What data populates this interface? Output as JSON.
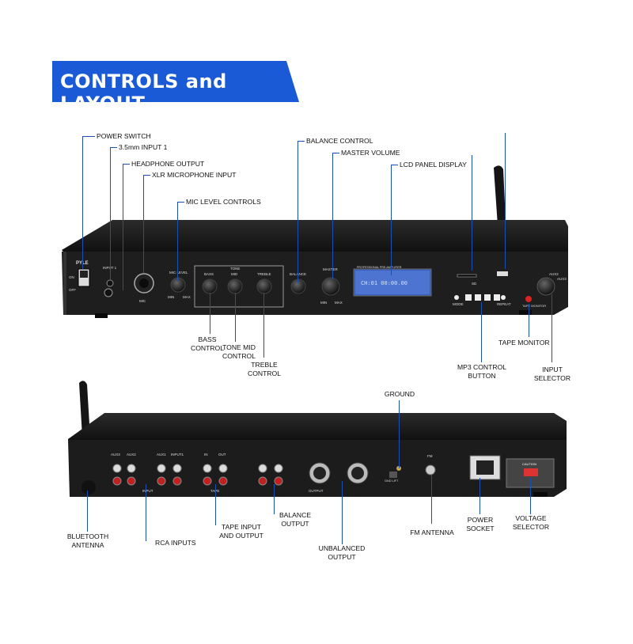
{
  "banner": {
    "title": "CONTROLS and LAYOUT"
  },
  "colors": {
    "banner_blue": "#1a5ad6",
    "pointer_blue": "#1d4fb2",
    "chassis": "#1a1a1a"
  },
  "front_labels": {
    "power_switch": "POWER SWITCH",
    "input_35": "3.5mm INPUT 1",
    "headphone": "HEADPHONE OUTPUT",
    "xlr_mic": "XLR MICROPHONE INPUT",
    "mic_level": "MIC LEVEL CONTROLS",
    "balance": "BALANCE CONTROL",
    "master": "MASTER VOLUME",
    "lcd": "LCD PANEL DISPLAY",
    "bass": [
      "BASS",
      "CONTROL"
    ],
    "tone_mid": [
      "TONE MID",
      "CONTROL"
    ],
    "treble": [
      "TREBLE",
      "CONTROL"
    ],
    "tape_monitor": "TAPE MONITOR",
    "mp3": [
      "MP3 CONTROL",
      "BUTTON"
    ],
    "input_selector": [
      "INPUT",
      "SELECTOR"
    ]
  },
  "rear_labels": {
    "ground": "GROUND",
    "bluetooth": [
      "BLUETOOTH",
      "ANTENNA"
    ],
    "rca_inputs": "RCA INPUTS",
    "tape_io": [
      "TAPE INPUT",
      "AND OUTPUT"
    ],
    "balance_out": [
      "BALANCE",
      "OUTPUT"
    ],
    "unbalanced_out": [
      "UNBALANCED",
      "OUTPUT"
    ],
    "fm_antenna": "FM ANTENNA",
    "power_socket": [
      "POWER",
      "SOCKET"
    ],
    "voltage_selector": [
      "VOLTAGE",
      "SELECTOR"
    ]
  },
  "front_panel_text": {
    "brand": "PYLE",
    "on": "ON",
    "off": "OFF",
    "input1": "INPUT 1",
    "mic": "MIC",
    "mic_level": "MIC LEVEL",
    "min": "MIN",
    "max": "MAX",
    "tone": "TONE",
    "bass": "BASS",
    "mid": "MID",
    "treble": "TREBLE",
    "balance": "BALANCE",
    "master": "MASTER",
    "sd": "SD",
    "mode": "MODE",
    "repeat": "REPEAT",
    "tape_monitor": "TAPE MONITOR",
    "aux2": "AUX2",
    "aux3": "AUX3",
    "lcd_header": "PROFESSIONAL PRE-AMPLIFIER",
    "lcd_line": "CH:01 00:00.00"
  },
  "rear_panel_text": {
    "aux3": "AUX3",
    "aux2": "AUX2",
    "aux1": "AUX1",
    "input1": "INPUT1",
    "in": "IN",
    "out": "OUT",
    "input": "INPUT",
    "tape": "TAPE",
    "output": "OUTPUT",
    "fm": "FM",
    "gnd": "GND LIFT",
    "caution": "CAUTION"
  }
}
